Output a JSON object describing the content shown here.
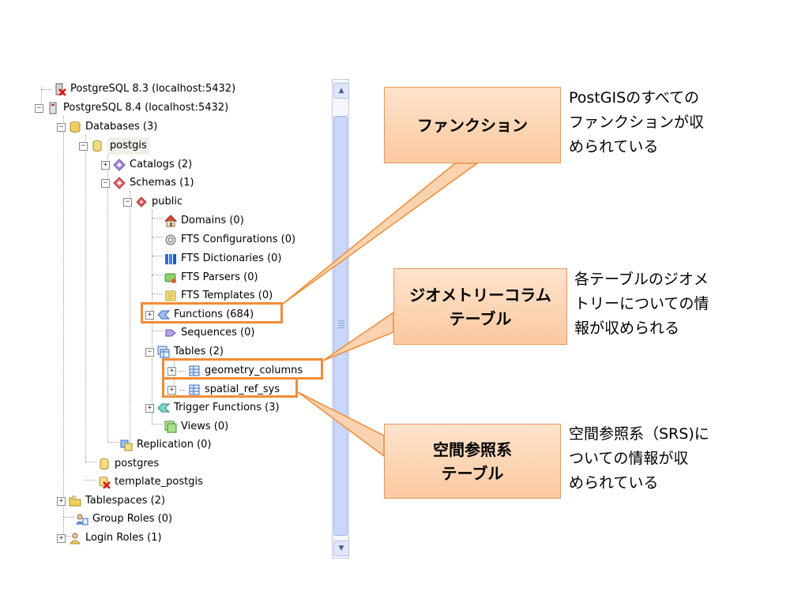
{
  "tree": {
    "servers": [
      "PostgreSQL 8.3 (localhost:5432)",
      "PostgreSQL 8.4 (localhost:5432)"
    ],
    "databases": "Databases (3)",
    "db_postgis": "postgis",
    "catalogs": "Catalogs (2)",
    "schemas": "Schemas (1)",
    "public": "public",
    "domains": "Domains (0)",
    "fts_configurations": "FTS Configurations (0)",
    "fts_dictionaries": "FTS Dictionaries (0)",
    "fts_parsers": "FTS Parsers (0)",
    "fts_templates": "FTS Templates (0)",
    "functions": "Functions (684)",
    "sequences": "Sequences (0)",
    "tables": "Tables (2)",
    "geometry_columns": "geometry_columns",
    "spatial_ref_sys": "spatial_ref_sys",
    "trigger_functions": "Trigger Functions (3)",
    "views": "Views (0)",
    "replication": "Replication (0)",
    "db_postgres": "postgres",
    "db_template": "template_postgis",
    "tablespaces": "Tablespaces (2)",
    "group_roles": "Group Roles (0)",
    "login_roles": "Login Roles (1)"
  },
  "callouts": {
    "function_title": "ファンクション",
    "function_desc": [
      "PostGISのすべての",
      "ファンクションが収",
      "められている"
    ],
    "geometry_title": [
      "ジオメトリーコラム",
      "テーブル"
    ],
    "geometry_desc": [
      "各テーブルのジオメ",
      "トリーについての情",
      "報が収められる"
    ],
    "srs_title": [
      "空間参照系",
      "テーブル"
    ],
    "srs_desc": [
      "空間参照系（SRS)に",
      "ついての情報が収",
      "められている"
    ]
  },
  "colors": {
    "highlight": "#f08c37",
    "callout_fill": "#fbd3b0",
    "callout_border": "#e59a63",
    "scroll_thumb": "#c8d7fb"
  }
}
